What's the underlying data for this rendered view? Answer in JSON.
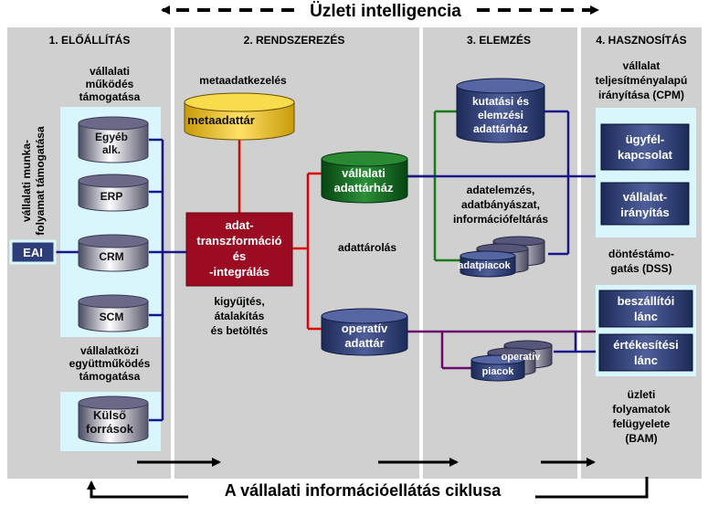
{
  "header": {
    "title": "Üzleti intelligencia"
  },
  "footer": {
    "cycle_label": "A vállalati információellátás ciklusa"
  },
  "columns": [
    {
      "label": "1. ELŐÁLLÍTÁS"
    },
    {
      "label": "2. RENDSZEREZÉS"
    },
    {
      "label": "3. ELEMZÉS"
    },
    {
      "label": "4. HASZNOSÍTÁS"
    }
  ],
  "col1": {
    "vertical_label": [
      "vállalati munka-",
      "folyamat támogatása"
    ],
    "ops_support": [
      "vállalati",
      "működés",
      "támogatása"
    ],
    "eai": "EAI",
    "sources": [
      {
        "label": [
          "Egyéb",
          "alk."
        ]
      },
      {
        "label": [
          "ERP"
        ]
      },
      {
        "label": [
          "CRM"
        ]
      },
      {
        "label": [
          "SCM"
        ]
      }
    ],
    "collab_support": [
      "vállalatközi",
      "együttműködés",
      "támogatása"
    ],
    "external": [
      "Külső",
      "források"
    ]
  },
  "col2": {
    "metadata_mgmt": "metaadatkezelés",
    "metadata_store": "metaadattár",
    "etl_box": [
      "adat-",
      "transzformáció",
      "és",
      "-integrálás"
    ],
    "etl_desc": [
      "kigyűjtés,",
      "átalakítás",
      "és betöltés"
    ],
    "dw": [
      "vállalati",
      "adattárház"
    ],
    "storage": "adattárolás",
    "ods": [
      "operatív",
      "adattár"
    ]
  },
  "col3": {
    "research_dw": [
      "kutatási és",
      "elemzési",
      "adattárház"
    ],
    "analysis": [
      "adatelemzés,",
      "adatbányászat,",
      "információfeltárás"
    ],
    "datamarts": "adatpiacok",
    "op_marts_a": "operatív",
    "op_marts_b": "piacok"
  },
  "col4": {
    "cpm": [
      "vállalat",
      "teljesítményalapú",
      "irányítása (CPM)"
    ],
    "crm_box": [
      "ügyfél-",
      "kapcsolat"
    ],
    "mgmt_box": [
      "vállalat-",
      "irányítás"
    ],
    "dss": [
      "döntéstámo-",
      "gatás (DSS)"
    ],
    "supply_box": [
      "beszállítói",
      "lánc"
    ],
    "sales_box": [
      "értékesítési",
      "lánc"
    ],
    "bam": [
      "üzleti",
      "folyamatok",
      "felügyelete",
      "(BAM)"
    ]
  },
  "colors": {
    "panel": "#d0d0d0",
    "light_cyan": "#d8f6fc",
    "navy_box": "#2c3d7a",
    "dark_red": "#9b0c22",
    "green_db": "#0e6b1c",
    "yellow_db": "#f0c418",
    "line_blue": "#18168c",
    "line_green": "#1a7a1a",
    "line_red": "#e00000",
    "line_purple": "#6a0a6a"
  }
}
